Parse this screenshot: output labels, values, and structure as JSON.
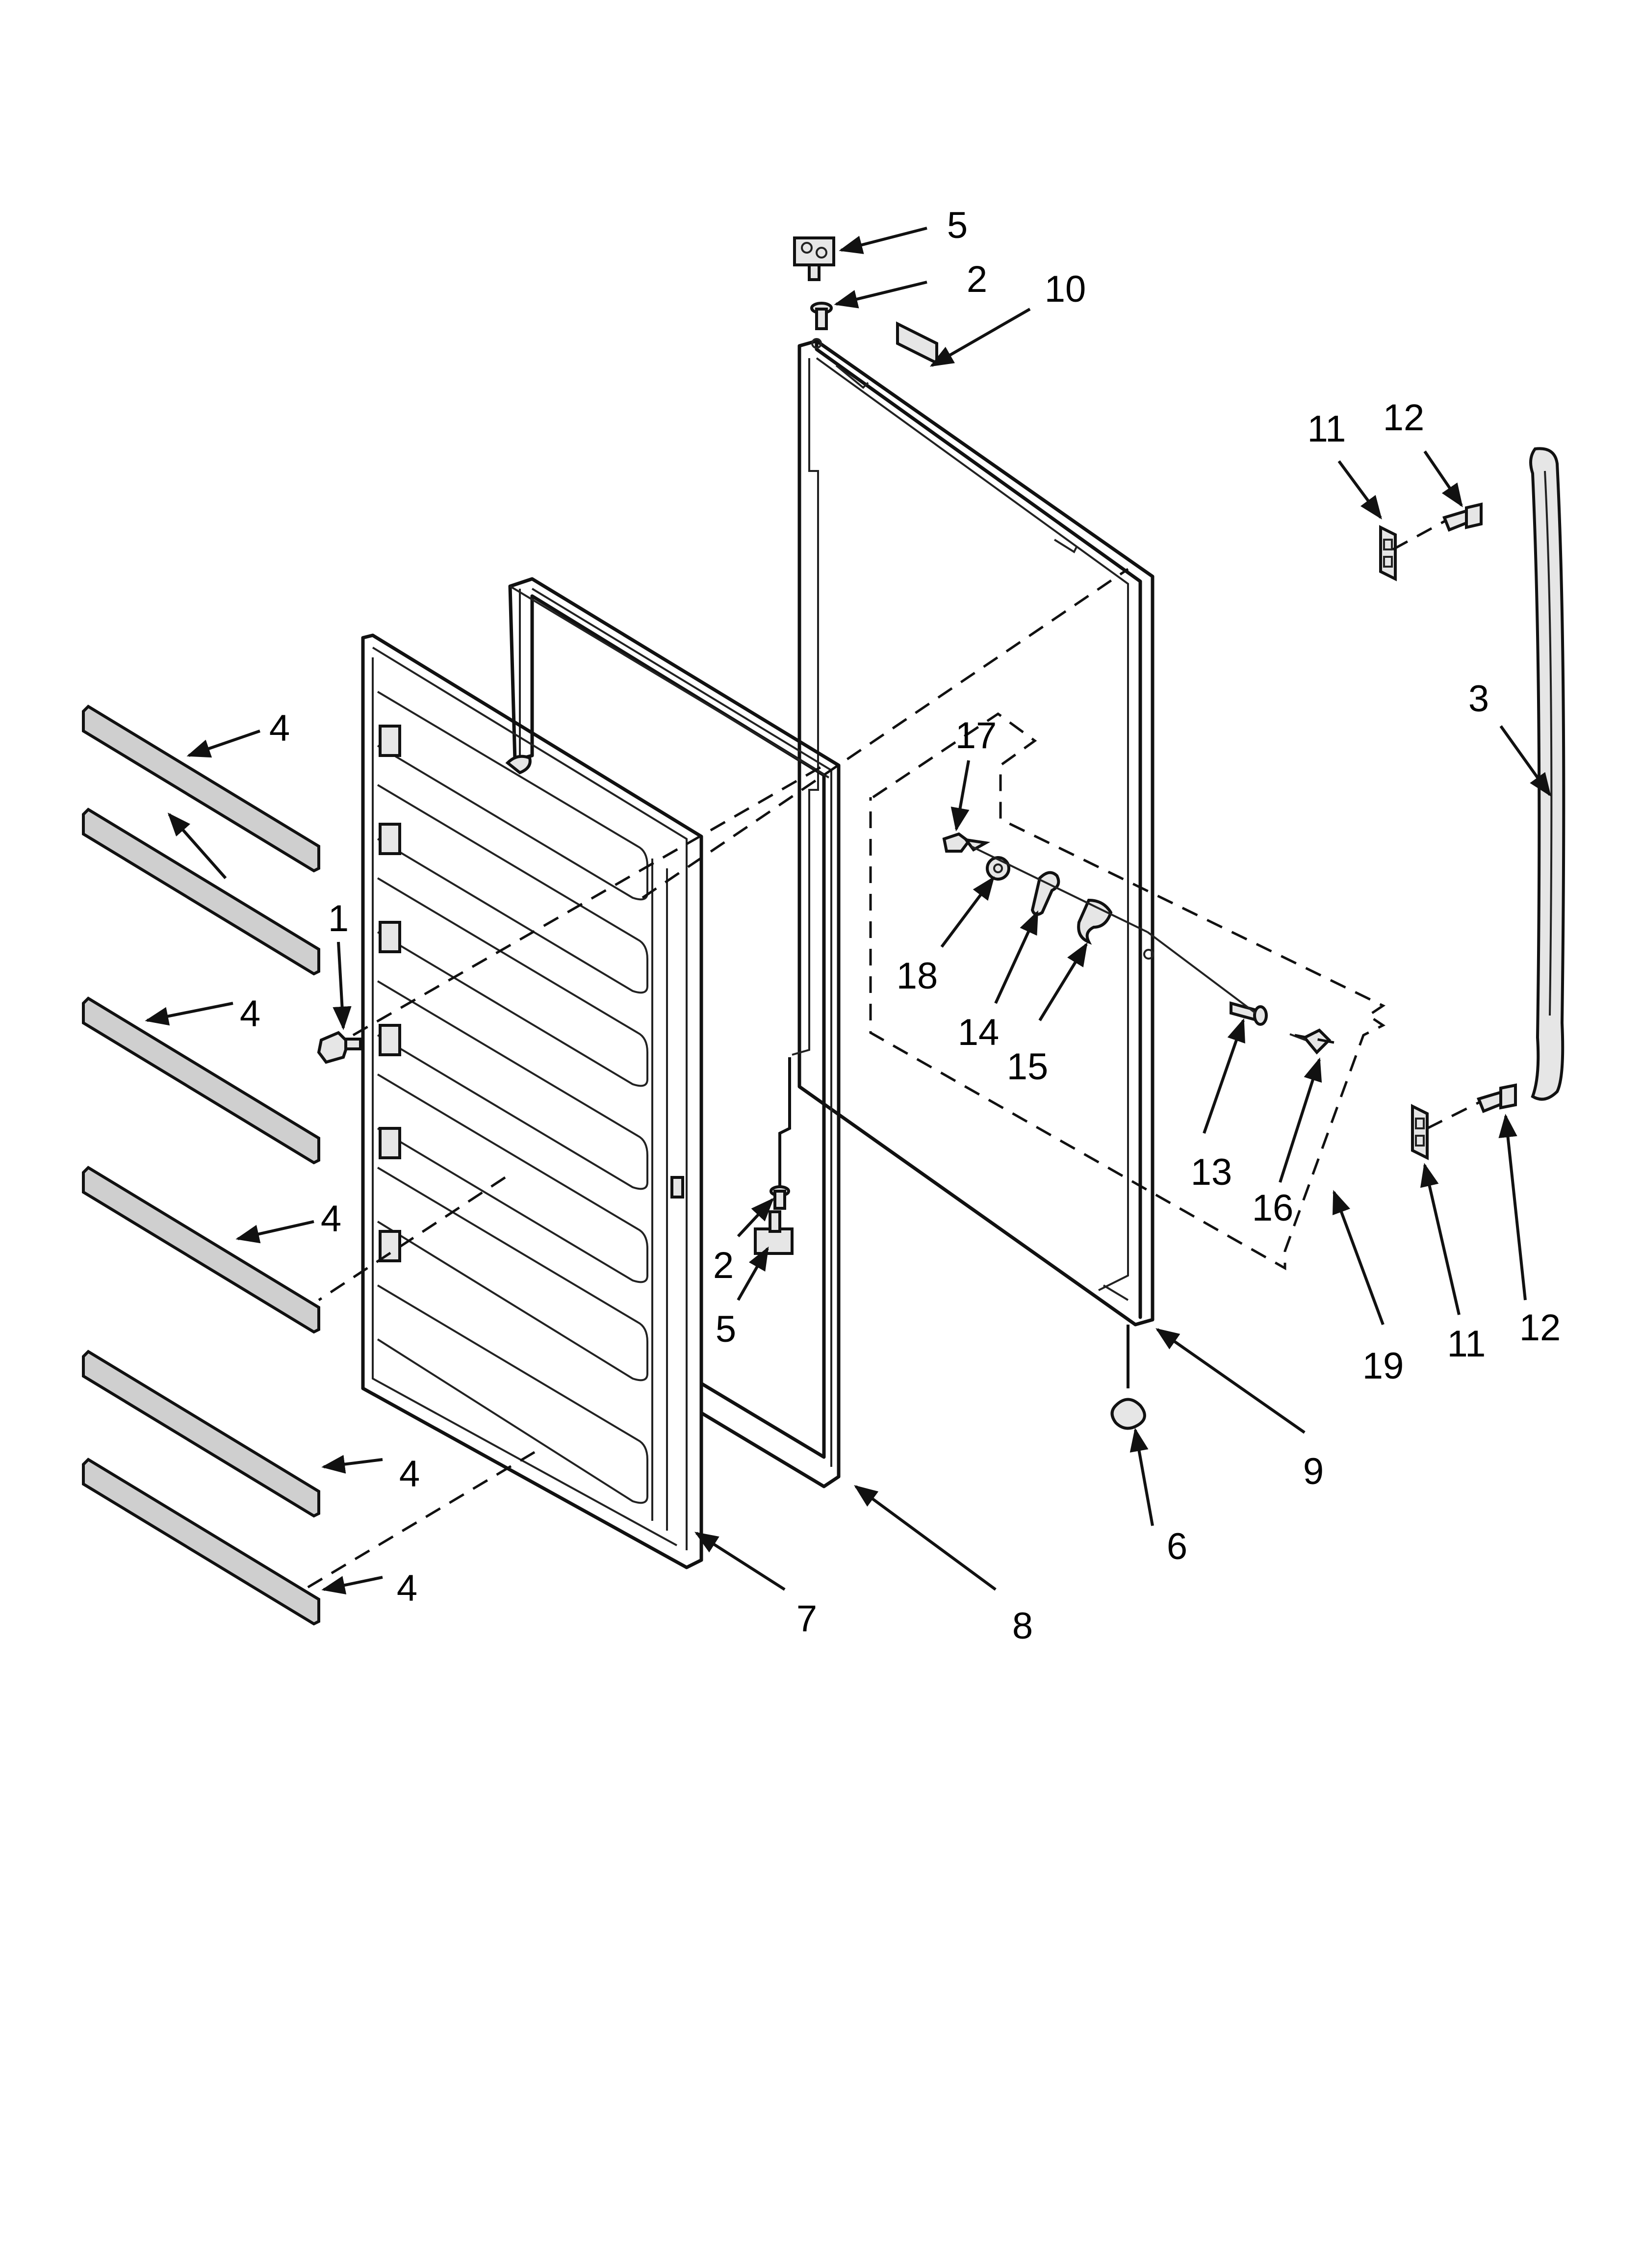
{
  "callouts": [
    {
      "id": "c5a",
      "text": "5"
    },
    {
      "id": "c2a",
      "text": "2"
    },
    {
      "id": "c10",
      "text": "10"
    },
    {
      "id": "c11a",
      "text": "11"
    },
    {
      "id": "c12a",
      "text": "12"
    },
    {
      "id": "c3",
      "text": "3"
    },
    {
      "id": "c17",
      "text": "17"
    },
    {
      "id": "c4a",
      "text": "4"
    },
    {
      "id": "c1",
      "text": "1"
    },
    {
      "id": "c4b",
      "text": "4"
    },
    {
      "id": "c18",
      "text": "18"
    },
    {
      "id": "c14",
      "text": "14"
    },
    {
      "id": "c15",
      "text": "15"
    },
    {
      "id": "c13",
      "text": "13"
    },
    {
      "id": "c16",
      "text": "16"
    },
    {
      "id": "c4c",
      "text": "4"
    },
    {
      "id": "c2b",
      "text": "2"
    },
    {
      "id": "c5b",
      "text": "5"
    },
    {
      "id": "c19",
      "text": "19"
    },
    {
      "id": "c11b",
      "text": "11"
    },
    {
      "id": "c12b",
      "text": "12"
    },
    {
      "id": "c9",
      "text": "9"
    },
    {
      "id": "c6",
      "text": "6"
    },
    {
      "id": "c4d",
      "text": "4"
    },
    {
      "id": "c4e",
      "text": "4"
    },
    {
      "id": "c7",
      "text": "7"
    },
    {
      "id": "c8",
      "text": "8"
    }
  ],
  "parts": {
    "1": "door-screw",
    "2": "hinge-pin",
    "3": "door-handle",
    "4": "shelf-trim-strip",
    "5": "hinge-bracket",
    "6": "door-stop",
    "7": "door-liner",
    "8": "door-gasket",
    "9": "outer-door-panel",
    "10": "door-label",
    "11": "handle-mount-clip",
    "12": "handle-screw",
    "13": "lock-cylinder",
    "14": "lock-cam",
    "15": "lock-retainer",
    "16": "key",
    "17": "lock-screw",
    "18": "washer",
    "19": "lock-kit"
  }
}
